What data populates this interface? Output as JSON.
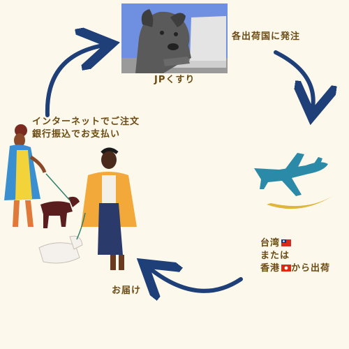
{
  "steps": {
    "jp": "JPくすり",
    "order": "各出荷国に発注",
    "ship_line1": "台湾",
    "ship_line2": "または",
    "ship_line3_a": "香港",
    "ship_line3_b": "から出荷",
    "delivery": "お届け",
    "pay_line1": "インターネットでご注文",
    "pay_line2": "銀行振込でお支払い"
  },
  "colors": {
    "background": "#fdf8ec",
    "arrow": "#1f3f78",
    "text": "#6b4a12",
    "plane": "#2a8aa8",
    "plane_swoosh": "#e0b53a",
    "photo_bg": "#6f8fe0"
  },
  "icons": {
    "arrows": "curved-arrow-icon",
    "plane": "airplane-icon",
    "taiwan_flag": "taiwan-flag-icon",
    "hongkong_flag": "hongkong-flag-icon"
  }
}
